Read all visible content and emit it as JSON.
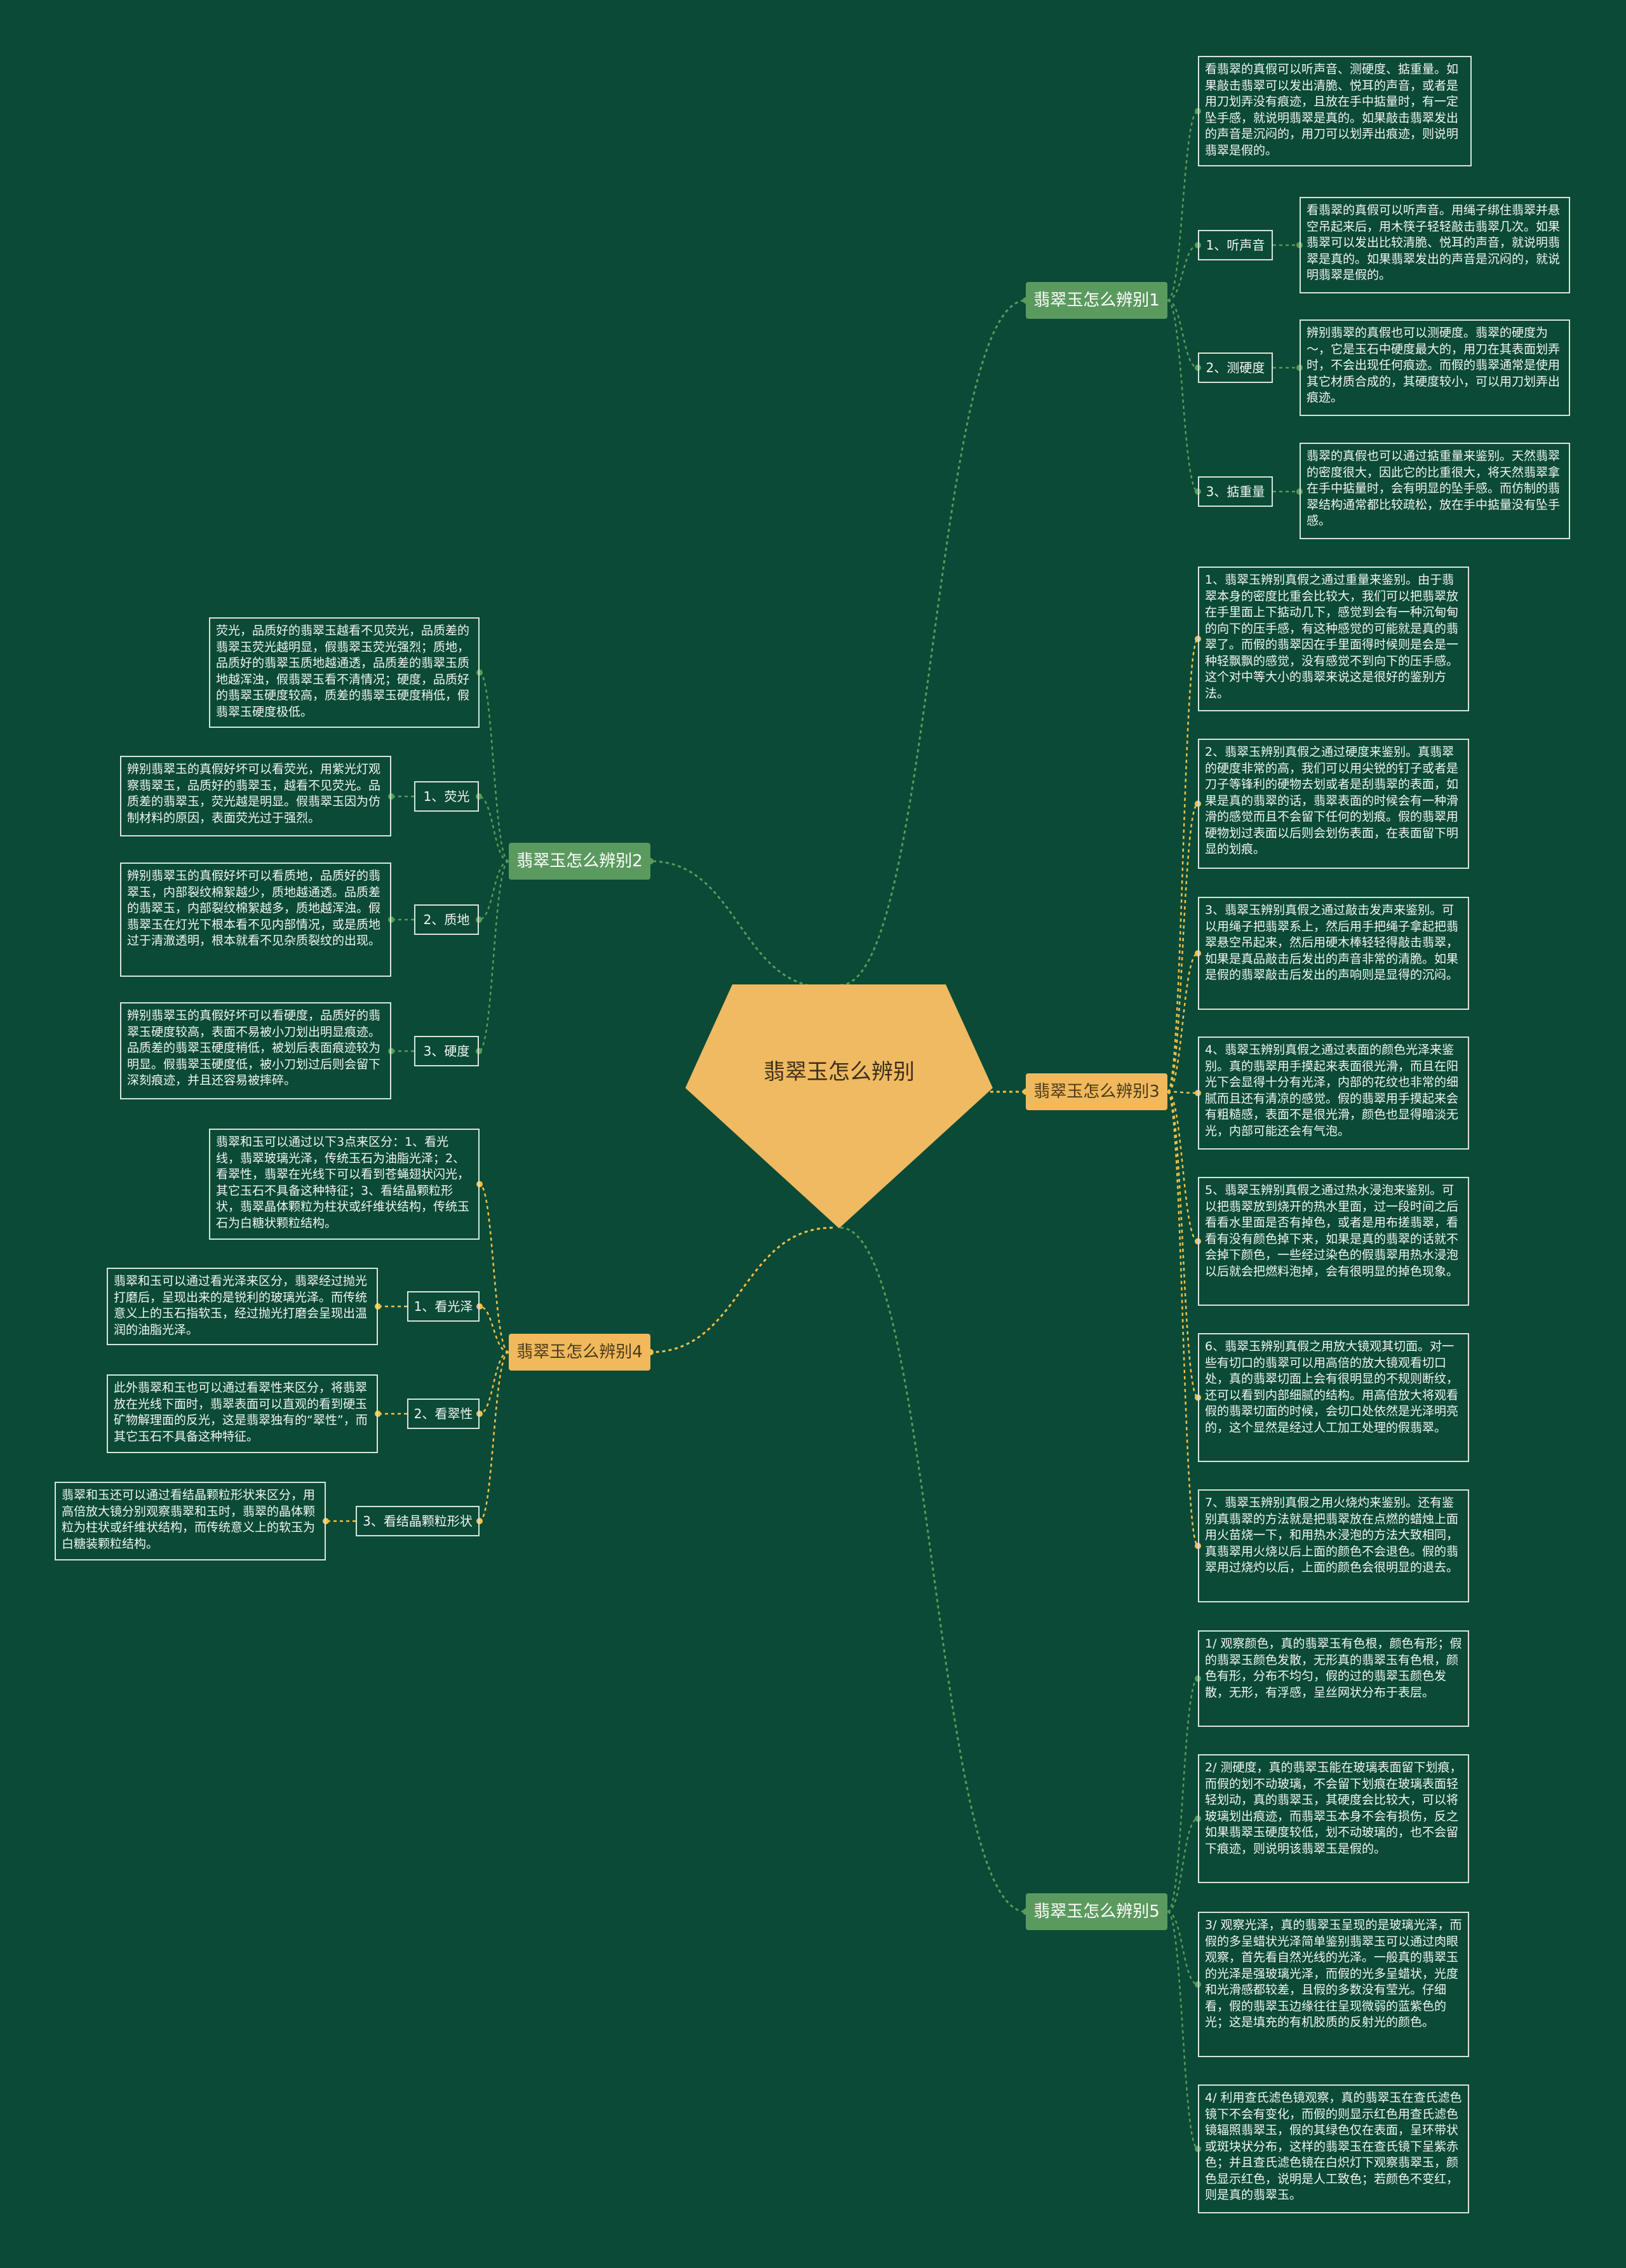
{
  "root": {
    "label": "翡翠玉怎么辨别"
  },
  "colors": {
    "background": "#0b4a36",
    "center": "#efba62",
    "green_branch": "#5b9a5f",
    "gold_branch": "#f1b95c",
    "green_link": "#5a9a5a",
    "gold_link": "#f0c04a"
  },
  "branches": [
    {
      "label": "翡翠玉怎么辨别1",
      "intro": "看翡翠的真假可以听声音、测硬度、掂重量。如果敲击翡翠可以发出清脆、悦耳的声音，或者是用刀划弄没有痕迹，且放在手中掂量时，有一定坠手感，就说明翡翠是真的。如果敲击翡翠发出的声音是沉闷的，用刀可以划弄出痕迹，则说明翡翠是假的。",
      "subs": [
        {
          "label": "1、听声音",
          "text": "看翡翠的真假可以听声音。用绳子绑住翡翠并悬空吊起来后，用木筷子轻轻敲击翡翠几次。如果翡翠可以发出比较清脆、悦耳的声音，就说明翡翠是真的。如果翡翠发出的声音是沉闷的，就说明翡翠是假的。"
        },
        {
          "label": "2、测硬度",
          "text": "辨别翡翠的真假也可以测硬度。翡翠的硬度为～，它是玉石中硬度最大的，用刀在其表面划弄时，不会出现任何痕迹。而假的翡翠通常是使用其它材质合成的，其硬度较小，可以用刀划弄出痕迹。"
        },
        {
          "label": "3、掂重量",
          "text": "翡翠的真假也可以通过掂重量来鉴别。天然翡翠的密度很大，因此它的比重很大，将天然翡翠拿在手中掂量时，会有明显的坠手感。而仿制的翡翠结构通常都比较疏松，放在手中掂量没有坠手感。"
        }
      ]
    },
    {
      "label": "翡翠玉怎么辨别2",
      "intro": "荧光，品质好的翡翠玉越看不见荧光，品质差的翡翠玉荧光越明显，假翡翠玉荧光强烈；质地，品质好的翡翠玉质地越通透，品质差的翡翠玉质地越浑浊，假翡翠玉看不清情况；硬度，品质好的翡翠玉硬度较高，质差的翡翠玉硬度稍低，假翡翠玉硬度极低。",
      "subs": [
        {
          "label": "1、荧光",
          "text": "辨别翡翠玉的真假好坏可以看荧光，用紫光灯观察翡翠玉，品质好的翡翠玉，越看不见荧光。品质差的翡翠玉，荧光越是明显。假翡翠玉因为仿制材料的原因，表面荧光过于强烈。"
        },
        {
          "label": "2、质地",
          "text": "辨别翡翠玉的真假好坏可以看质地，品质好的翡翠玉，内部裂纹棉絮越少，质地越通透。品质差的翡翠玉，内部裂纹棉絮越多，质地越浑浊。假翡翠玉在灯光下根本看不见内部情况，或是质地过于清澈透明，根本就看不见杂质裂纹的出现。"
        },
        {
          "label": "3、硬度",
          "text": "辨别翡翠玉的真假好坏可以看硬度，品质好的翡翠玉硬度较高，表面不易被小刀划出明显痕迹。品质差的翡翠玉硬度稍低，被划后表面痕迹较为明显。假翡翠玉硬度低，被小刀划过后则会留下深刻痕迹，并且还容易被摔碎。"
        }
      ]
    },
    {
      "label": "翡翠玉怎么辨别3",
      "items": [
        "1、翡翠玉辨别真假之通过重量来鉴别。由于翡翠本身的密度比重会比较大，我们可以把翡翠放在手里面上下掂动几下，感觉到会有一种沉甸甸的向下的压手感，有这种感觉的可能就是真的翡翠了。而假的翡翠因在手里面得时候则是会是一种轻飘飘的感觉，没有感觉不到向下的压手感。这个对中等大小的翡翠来说这是很好的鉴别方法。",
        "2、翡翠玉辨别真假之通过硬度来鉴别。真翡翠的硬度非常的高，我们可以用尖锐的钉子或者是刀子等锋利的硬物去划或者是刮翡翠的表面，如果是真的翡翠的话，翡翠表面的时候会有一种滑滑的感觉而且不会留下任何的划痕。假的翡翠用硬物划过表面以后则会划伤表面，在表面留下明显的划痕。",
        "3、翡翠玉辨别真假之通过敲击发声来鉴别。可以用绳子把翡翠系上，然后用手把绳子拿起把翡翠悬空吊起来，然后用硬木棒轻轻得敲击翡翠，如果是真品敲击后发出的声音非常的清脆。如果是假的翡翠敲击后发出的声响则是显得的沉闷。",
        "4、翡翠玉辨别真假之通过表面的颜色光泽来鉴别。真的翡翠用手摸起来表面很光滑，而且在阳光下会显得十分有光泽，内部的花纹也非常的细腻而且还有清凉的感觉。假的翡翠用手摸起来会有粗糙感，表面不是很光滑，颜色也显得暗淡无光，内部可能还会有气泡。",
        "5、翡翠玉辨别真假之通过热水浸泡来鉴别。可以把翡翠放到烧开的热水里面，过一段时间之后看看水里面是否有掉色，或者是用布搓翡翠，看看有没有颜色掉下来，如果是真的翡翠的话就不会掉下颜色，一些经过染色的假翡翠用热水浸泡以后就会把燃料泡掉，会有很明显的掉色现象。",
        "6、翡翠玉辨别真假之用放大镜观其切面。对一些有切口的翡翠可以用高倍的放大镜观看切口处，真的翡翠切面上会有很明显的不规则断纹，还可以看到内部细腻的结构。用高倍放大将观看假的翡翠切面的时候，会切口处依然是光泽明亮的，这个显然是经过人工加工处理的假翡翠。",
        "7、翡翠玉辨别真假之用火烧灼来鉴别。还有鉴别真翡翠的方法就是把翡翠放在点燃的蜡烛上面用火苗烧一下，和用热水浸泡的方法大致相同，真翡翠用火烧以后上面的颜色不会退色。假的翡翠用过烧灼以后，上面的颜色会很明显的退去。"
      ]
    },
    {
      "label": "翡翠玉怎么辨别4",
      "intro": "翡翠和玉可以通过以下3点来区分：1、看光线，翡翠玻璃光泽，传统玉石为油脂光泽；2、看翠性，翡翠在光线下可以看到苍蝇翅状闪光，其它玉石不具备这种特征；3、看结晶颗粒形状，翡翠晶体颗粒为柱状或纤维状结构，传统玉石为白糖状颗粒结构。",
      "subs": [
        {
          "label": "1、看光泽",
          "text": "翡翠和玉可以通过看光泽来区分，翡翠经过抛光打磨后，呈现出来的是锐利的玻璃光泽。而传统意义上的玉石指软玉，经过抛光打磨会呈现出温润的油脂光泽。"
        },
        {
          "label": "2、看翠性",
          "text": "此外翡翠和玉也可以通过看翠性来区分，将翡翠放在光线下面时，翡翠表面可以直观的看到硬玉矿物解理面的反光，这是翡翠独有的“翠性”，而其它玉石不具备这种特征。"
        },
        {
          "label": "3、看结晶颗粒形状",
          "text": "翡翠和玉还可以通过看结晶颗粒形状来区分，用高倍放大镜分别观察翡翠和玉时，翡翠的晶体颗粒为柱状或纤维状结构，而传统意义上的软玉为白糖装颗粒结构。"
        }
      ]
    },
    {
      "label": "翡翠玉怎么辨别5",
      "items": [
        "1/ 观察颜色，真的翡翠玉有色根，颜色有形；假的翡翠玉颜色发散，无形真的翡翠玉有色根，颜色有形，分布不均匀，假的过的翡翠玉颜色发散，无形，有浮感，呈丝网状分布于表层。",
        "2/ 测硬度，真的翡翠玉能在玻璃表面留下划痕，而假的划不动玻璃，不会留下划痕在玻璃表面轻轻划动，真的翡翠玉，其硬度会比较大，可以将玻璃划出痕迹，而翡翠玉本身不会有损伤，反之如果翡翠玉硬度较低，划不动玻璃的，也不会留下痕迹，则说明该翡翠玉是假的。",
        "3/ 观察光泽，真的翡翠玉呈现的是玻璃光泽，而假的多呈蜡状光泽简单鉴别翡翠玉可以通过肉眼观察，首先看自然光线的光泽。一般真的翡翠玉的光泽是强玻璃光泽，而假的光多呈蜡状，光度和光滑感都较差，且假的多数没有莹光。仔细看，假的翡翠玉边缘往往呈现微弱的蓝紫色的光；这是填充的有机胶质的反射光的颜色。",
        "4/ 利用查氏滤色镜观察，真的翡翠玉在查氏滤色镜下不会有变化，而假的则显示红色用查氏滤色镜辐照翡翠玉，假的其绿色仅在表面，呈环带状或斑块状分布，这样的翡翠玉在查氏镜下呈紫赤色；并且查氏滤色镜在白炽灯下观察翡翠玉，颜色显示红色，说明是人工致色；若颜色不变红，则是真的翡翠玉。"
      ]
    }
  ]
}
